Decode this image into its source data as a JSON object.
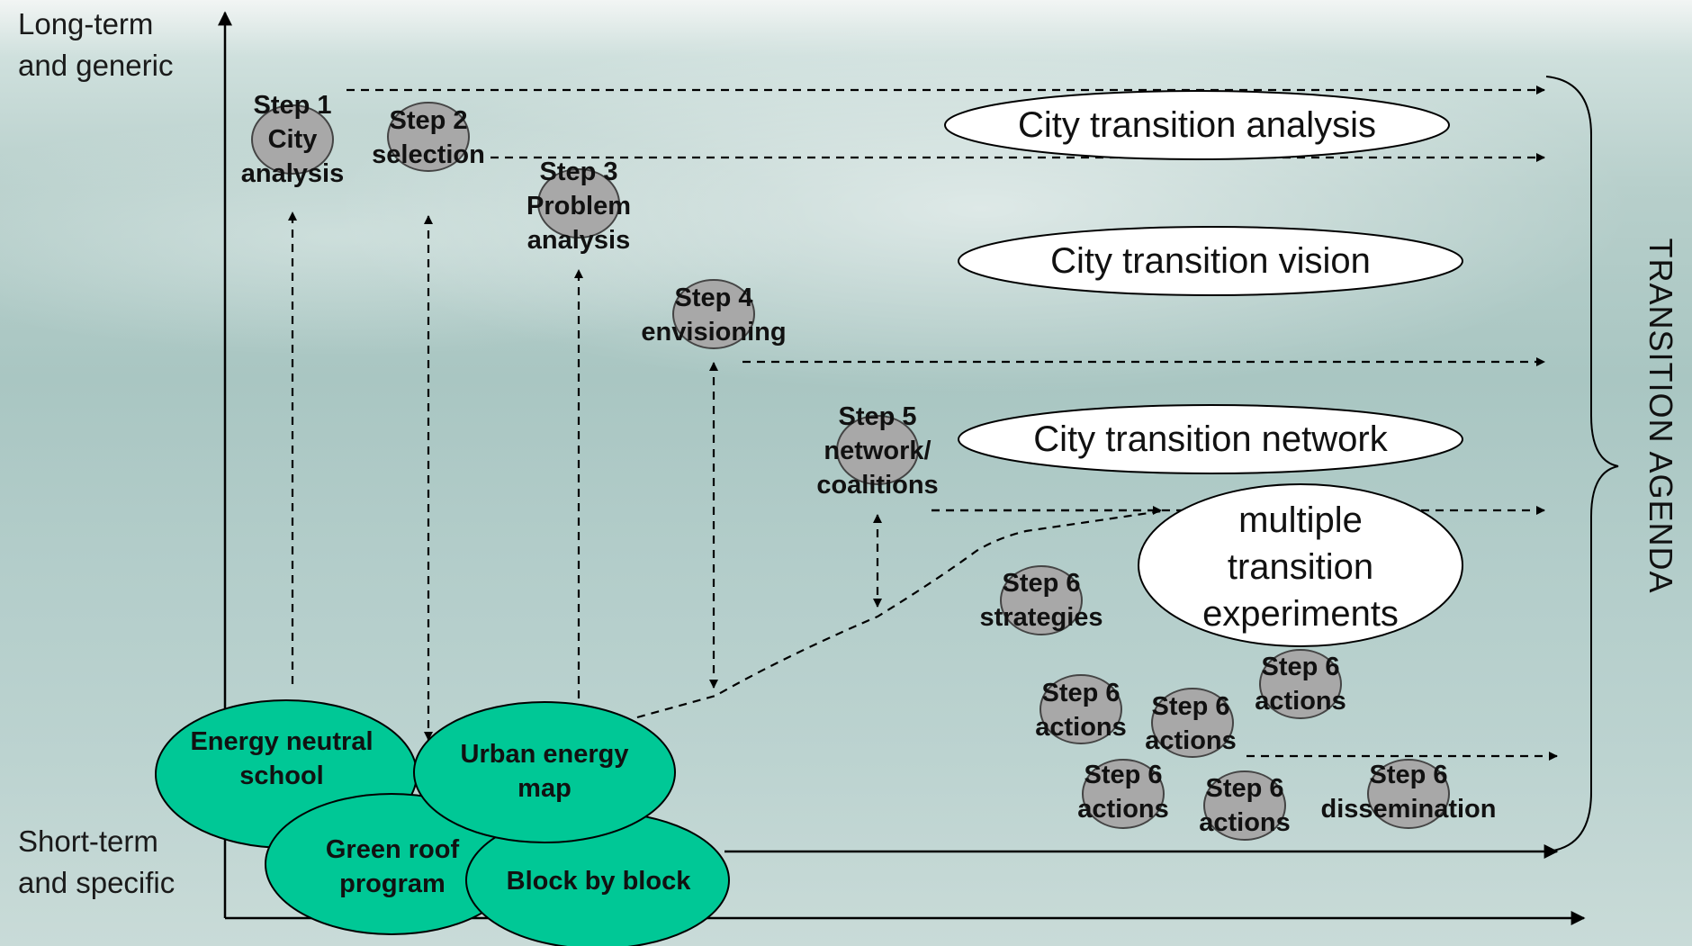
{
  "axes": {
    "top_label": "Long-term\nand generic",
    "bottom_label": "Short-term\nand specific"
  },
  "side_label": "TRANSITION AGENDA",
  "outcomes": {
    "analysis": "City transition analysis",
    "vision": "City transition vision",
    "network": "City transition network",
    "experiments": "multiple\ntransition\nexperiments"
  },
  "steps": {
    "step1": "Step 1\nCity\nanalysis",
    "step2": "Step 2\nselection",
    "step3": "Step 3\nProblem\nanalysis",
    "step4": "Step 4\nenvisioning",
    "step5": "Step 5\nnetwork/\ncoalitions",
    "step6_strategies": "Step 6\nstrategies",
    "step6_actions_a": "Step 6\nactions",
    "step6_actions_b": "Step 6\nactions",
    "step6_actions_c": "Step 6\nactions",
    "step6_actions_d": "Step 6\nactions",
    "step6_actions_e": "Step 6\nactions",
    "step6_dissemination": "Step 6\ndissemination"
  },
  "projects": {
    "energy_school": "Energy neutral\nschool",
    "urban_energy_map": "Urban energy\nmap",
    "green_roof": "Green roof\nprogram",
    "block_by_block": "Block by block"
  },
  "colors": {
    "project_fill": "#00c896",
    "step_fill": "#a8a8a8",
    "outcome_fill": "#ffffff"
  }
}
